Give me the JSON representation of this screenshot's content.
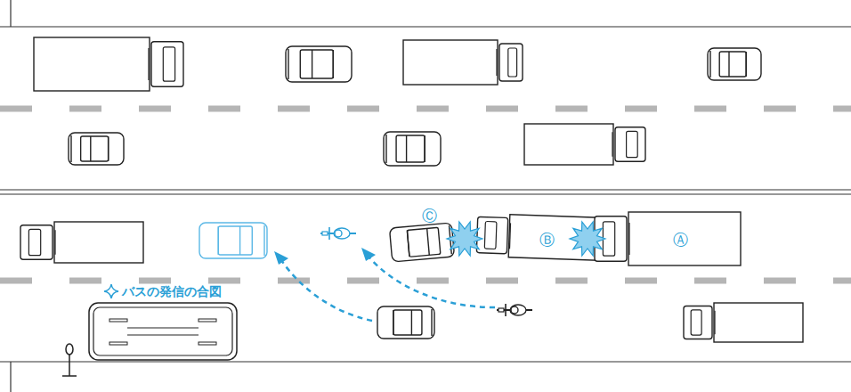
{
  "diagram": {
    "labels": [
      "Ⓒ",
      "Ⓑ",
      "Ⓐ",
      "バスの発信の合図"
    ]
  }
}
